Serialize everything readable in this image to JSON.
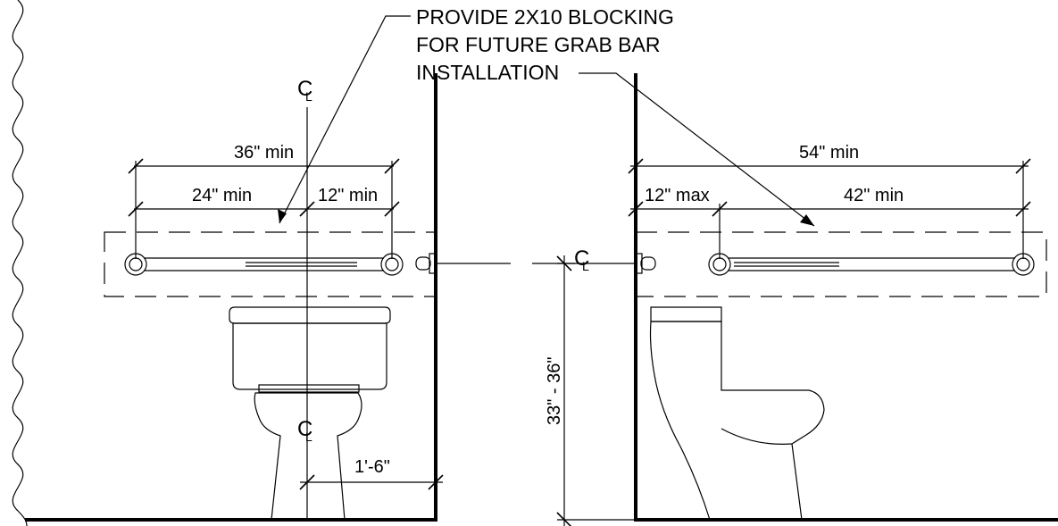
{
  "callout": {
    "line1": "PROVIDE 2X10 BLOCKING",
    "line2": "FOR FUTURE GRAB BAR",
    "line3": "INSTALLATION"
  },
  "left_view": {
    "dim_overall": "36\" min",
    "dim_left": "24\" min",
    "dim_right": "12\" min",
    "dim_offset": "1'-6\"",
    "centerline": {
      "c": "C",
      "l": "L"
    }
  },
  "right_view": {
    "dim_overall": "54\" min",
    "dim_left": "12\" max",
    "dim_right": "42\" min",
    "dim_height": "33\" - 36\"",
    "centerline": {
      "c": "C",
      "l": "L"
    }
  }
}
